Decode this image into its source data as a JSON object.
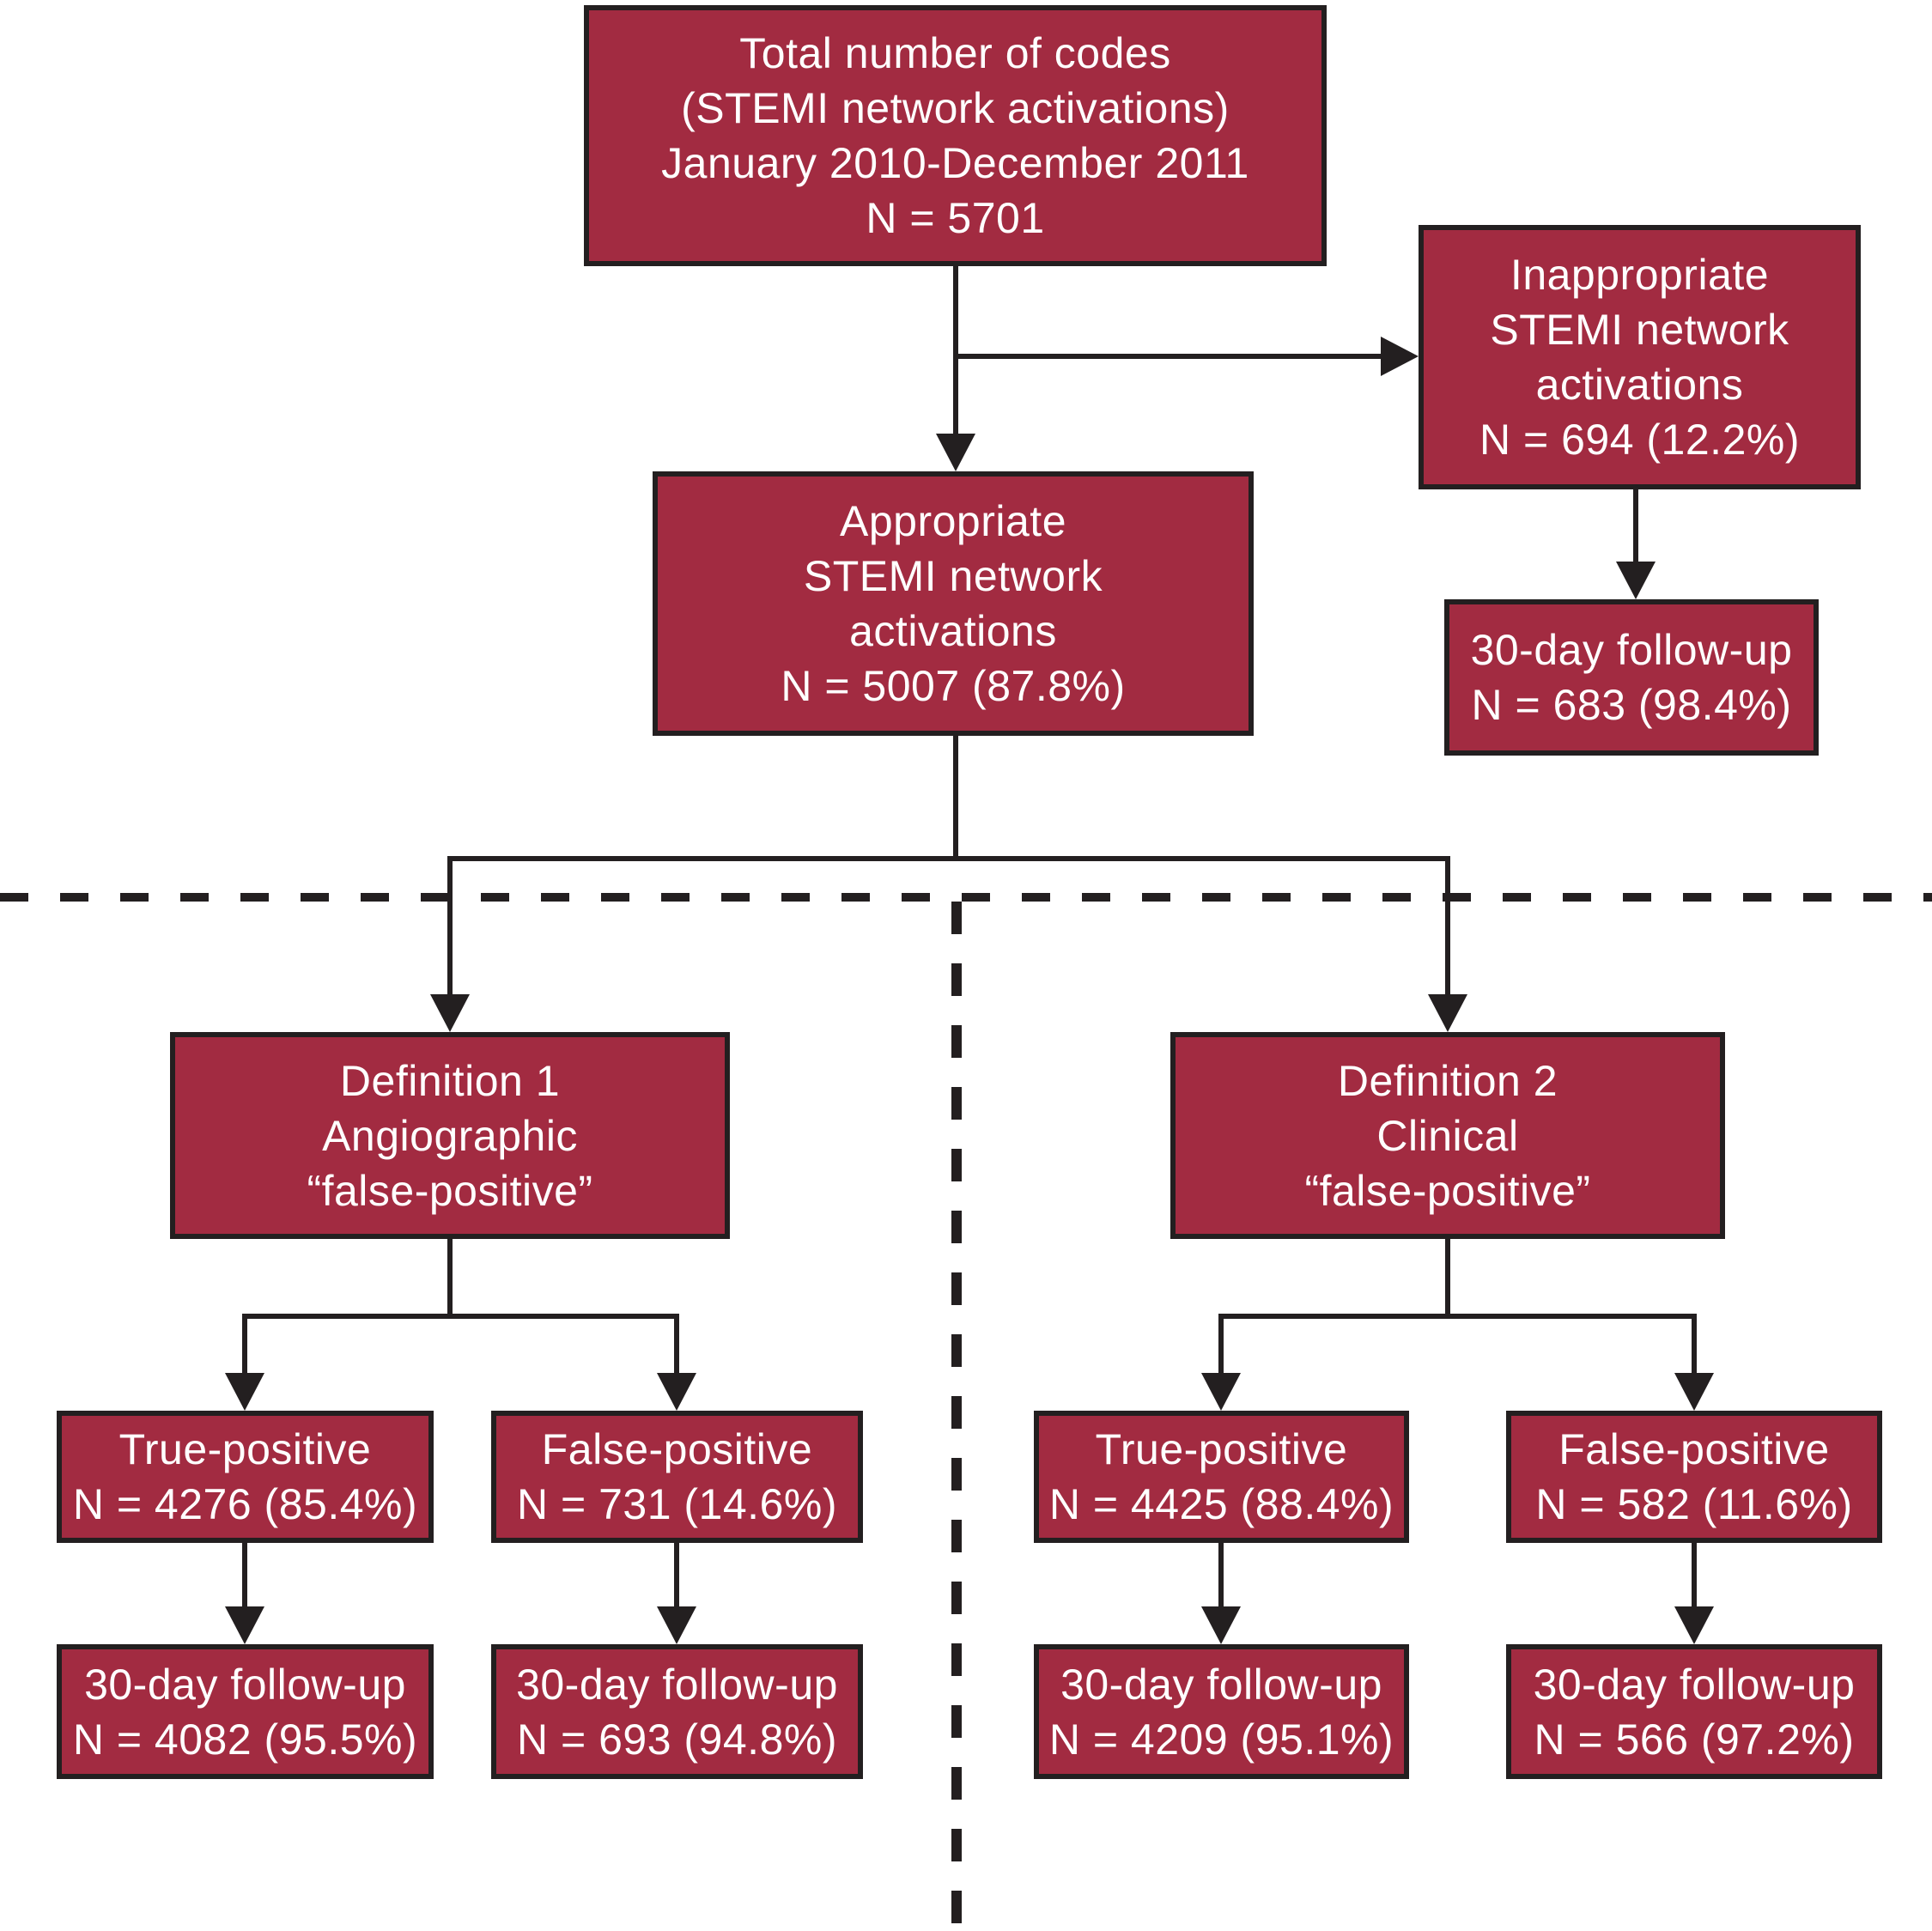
{
  "colors": {
    "box_fill": "#a22b41",
    "box_border": "#231f20",
    "connector": "#231f20",
    "text_color": "#ffffff",
    "background": "#ffffff"
  },
  "nodes": {
    "total_codes": {
      "lines": [
        "Total number of codes",
        "(STEMI network activations)",
        "January 2010-December 2011",
        "N = 5701"
      ]
    },
    "inappropriate": {
      "lines": [
        "Inappropriate",
        "STEMI network",
        "activations",
        "N = 694 (12.2%)"
      ]
    },
    "inappropriate_followup": {
      "lines": [
        "30-day follow-up",
        "N = 683 (98.4%)"
      ]
    },
    "appropriate": {
      "lines": [
        "Appropriate",
        "STEMI network",
        "activations",
        "N = 5007 (87.8%)"
      ]
    },
    "definition1": {
      "lines": [
        "Definition 1",
        "Angiographic",
        "“false-positive”"
      ]
    },
    "definition2": {
      "lines": [
        "Definition 2",
        "Clinical",
        "“false-positive”"
      ]
    },
    "def1_true_positive": {
      "lines": [
        "True-positive",
        "N = 4276 (85.4%)"
      ]
    },
    "def1_false_positive": {
      "lines": [
        "False-positive",
        "N = 731 (14.6%)"
      ]
    },
    "def2_true_positive": {
      "lines": [
        "True-positive",
        "N = 4425 (88.4%)"
      ]
    },
    "def2_false_positive": {
      "lines": [
        "False-positive",
        "N = 582 (11.6%)"
      ]
    },
    "def1_tp_followup": {
      "lines": [
        "30-day follow-up",
        "N = 4082 (95.5%)"
      ]
    },
    "def1_fp_followup": {
      "lines": [
        "30-day follow-up",
        "N = 693 (94.8%)"
      ]
    },
    "def2_tp_followup": {
      "lines": [
        "30-day follow-up",
        "N = 4209 (95.1%)"
      ]
    },
    "def2_fp_followup": {
      "lines": [
        "30-day follow-up",
        "N = 566 (97.2%)"
      ]
    }
  }
}
